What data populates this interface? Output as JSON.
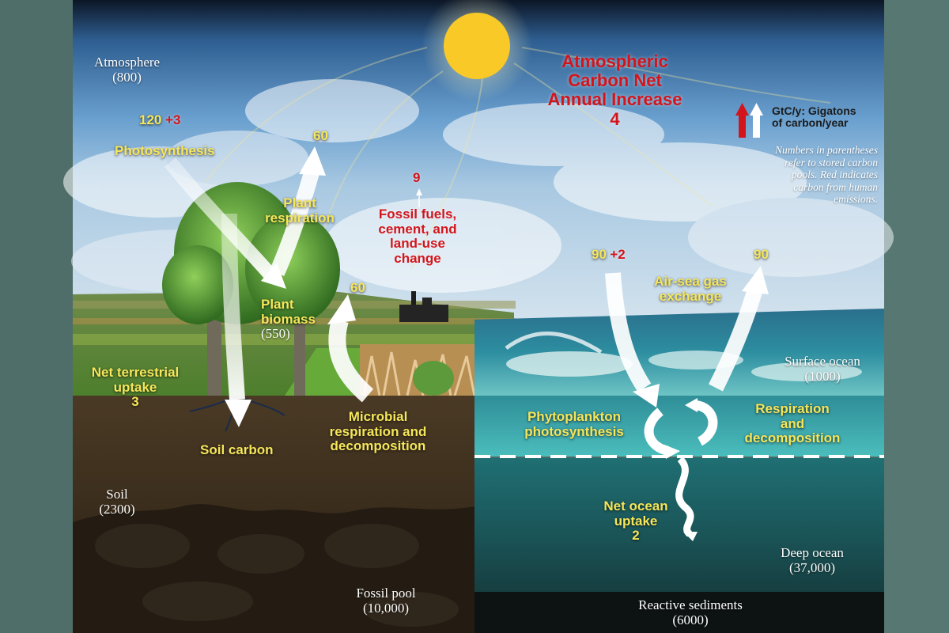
{
  "colors": {
    "human_emission_red": "#d3141b",
    "natural_flow_white": "#ffffff",
    "label_yellow": "#f5e65a"
  },
  "title": {
    "line1": "Atmospheric",
    "line2": "Carbon Net",
    "line3": "Annual Increase",
    "value": "4"
  },
  "legend": {
    "arrow_icons": [
      "red-arrow-icon",
      "white-arrow-icon"
    ],
    "unit_line1": "GtC/y: Gigatons",
    "unit_line2": "of carbon/year",
    "note_lines": [
      "Numbers in parentheses",
      "refer to stored carbon",
      "pools. Red indicates",
      "carbon from human",
      "emissions."
    ]
  },
  "pools": {
    "atmosphere": {
      "name": "Atmosphere",
      "value": "(800)"
    },
    "plant_biomass": {
      "name_line1": "Plant",
      "name_line2": "biomass",
      "value": "(550)"
    },
    "soil": {
      "name": "Soil",
      "value": "(2300)"
    },
    "fossil": {
      "name": "Fossil pool",
      "value": "(10,000)"
    },
    "surface_ocean": {
      "name": "Surface ocean",
      "value": "(1000)"
    },
    "deep_ocean": {
      "name": "Deep ocean",
      "value": "(37,000)"
    },
    "sediments": {
      "name": "Reactive sediments",
      "value": "(6000)"
    }
  },
  "fluxes": {
    "photosynthesis": {
      "natural": "120",
      "human": "+3",
      "label": "Photosynthesis"
    },
    "plant_respiration": {
      "value": "60",
      "line1": "Plant",
      "line2": "respiration"
    },
    "microbial": {
      "value": "60",
      "line1": "Microbial",
      "line2": "respiration and",
      "line3": "decomposition"
    },
    "fossil_fuels": {
      "value": "9",
      "line1": "Fossil fuels,",
      "line2": "cement, and",
      "line3": "land-use",
      "line4": "change"
    },
    "net_terrestrial": {
      "line1": "Net terrestrial",
      "line2": "uptake",
      "value": "3"
    },
    "soil_carbon": {
      "label": "Soil carbon"
    },
    "ocean_in": {
      "natural": "90",
      "human": "+2"
    },
    "ocean_out": {
      "value": "90"
    },
    "air_sea": {
      "line1": "Air-sea gas",
      "line2": "exchange"
    },
    "phytoplankton": {
      "line1": "Phytoplankton",
      "line2": "photosynthesis"
    },
    "ocean_respiration": {
      "line1": "Respiration",
      "line2": "and",
      "line3": "decomposition"
    },
    "net_ocean": {
      "line1": "Net ocean",
      "line2": "uptake",
      "value": "2"
    }
  }
}
